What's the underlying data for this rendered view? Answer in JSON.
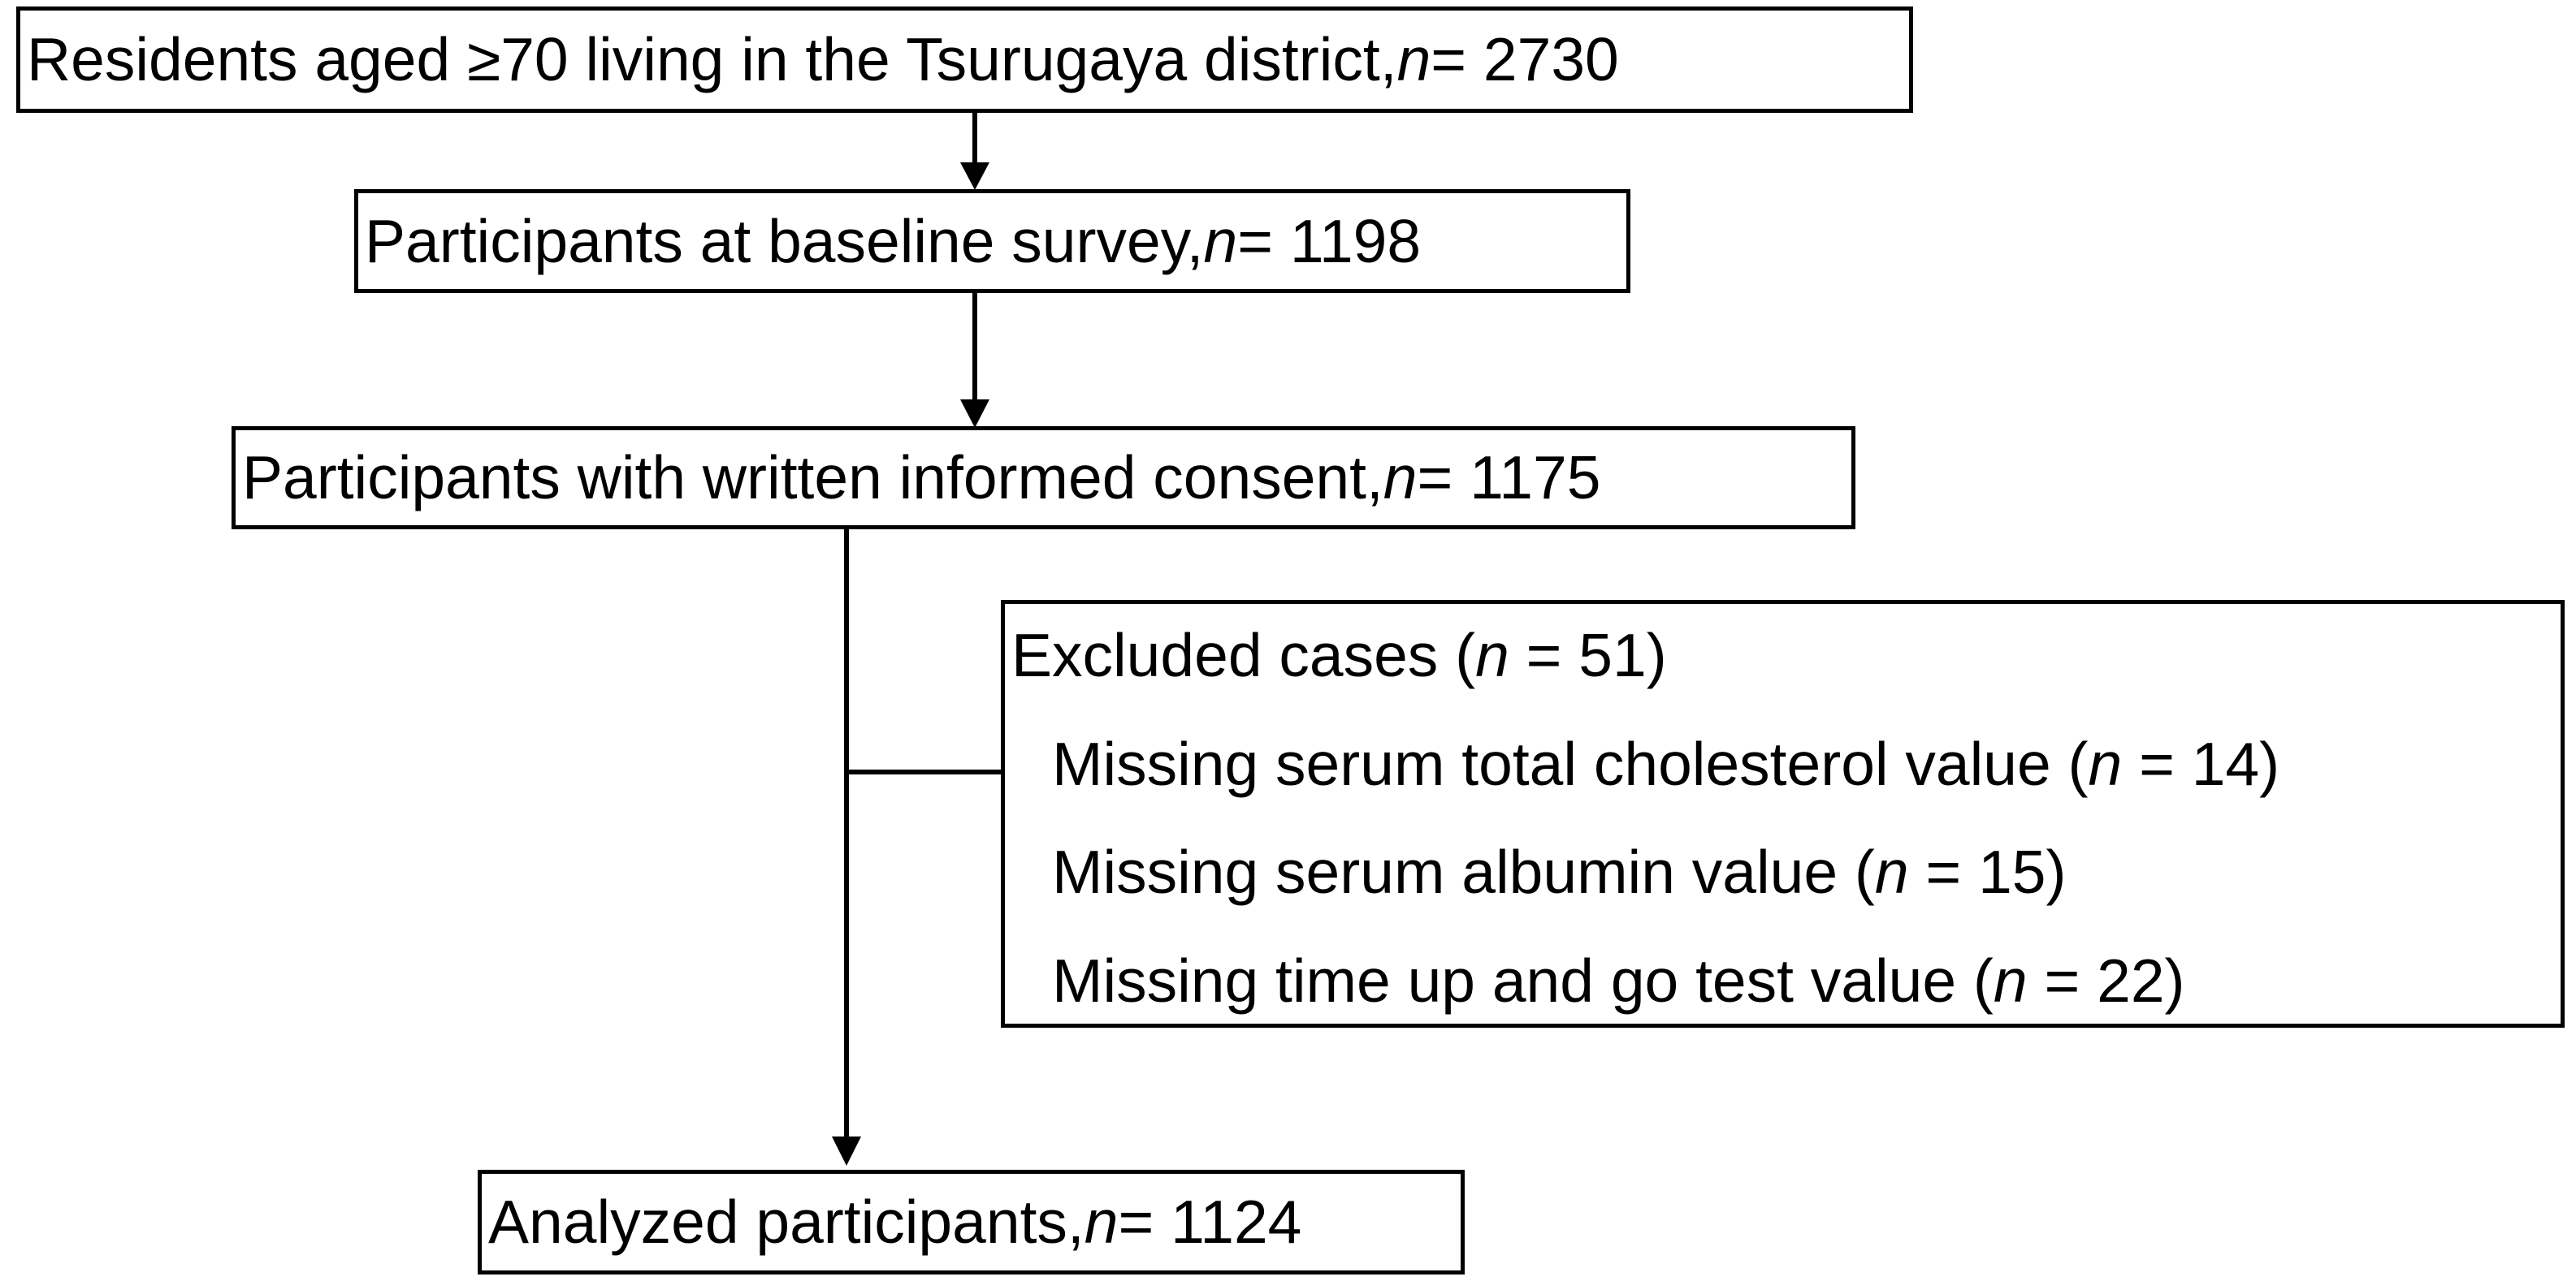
{
  "flowchart": {
    "residents": {
      "text": "Residents aged ≥70 living in the Tsurugaya district, ",
      "n_label": "n",
      "n_value": " = 2730"
    },
    "baseline": {
      "text": "Participants at baseline survey, ",
      "n_label": "n",
      "n_value": " = 1198"
    },
    "consent": {
      "text": "Participants with written informed consent, ",
      "n_label": "n",
      "n_value": " = 1175"
    },
    "excluded": {
      "title_pre": "Excluded cases (",
      "title_n": "n",
      "title_post": " = 51)",
      "items": [
        {
          "pre": "Missing serum total cholesterol value (",
          "n": "n",
          "post": " = 14)"
        },
        {
          "pre": "Missing serum albumin value (",
          "n": "n",
          "post": " = 15)"
        },
        {
          "pre": "Missing time up and go test value (",
          "n": "n",
          "post": " = 22)"
        }
      ]
    },
    "analyzed": {
      "text": "Analyzed participants, ",
      "n_label": "n",
      "n_value": " = 1124"
    }
  }
}
